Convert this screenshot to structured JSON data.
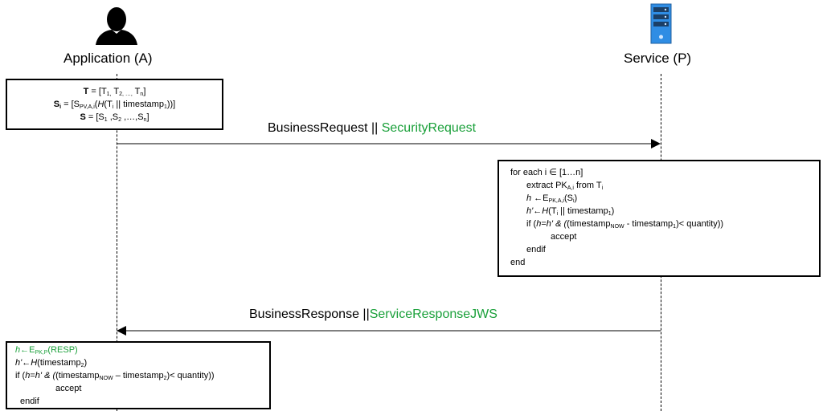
{
  "actors": {
    "application": {
      "label": "Application (A)",
      "icon": "person-icon"
    },
    "service": {
      "label": "Service (P)",
      "icon": "server-icon"
    }
  },
  "box_a1": {
    "line1": {
      "bold": "T",
      "rest": " = [T",
      "s1": "1,",
      "mid1": " T",
      "s2": "2, …,",
      "mid2": " T",
      "s3": "n",
      "end": "]"
    },
    "line2": {
      "bold": "S",
      "b_sub": "i",
      "rest": " = [S",
      "s1": "PV,A,i",
      "mid1": "(",
      "ital": "H",
      "mid2": "(T",
      "s2": "i",
      "mid3": " || timestamp",
      "s3": "1",
      "end": "))]"
    },
    "line3": {
      "bold": "S",
      "rest": " = [S",
      "s1": "1",
      "mid1": " ,S",
      "s2": "2",
      "mid2": " ,…,S",
      "s3": "n",
      "end": "]"
    }
  },
  "messages": {
    "request": {
      "part1": "BusinessRequest || ",
      "part2": "SecurityRequest"
    },
    "response": {
      "part1": "BusinessResponse ||",
      "part2": "ServiceResponseJWS"
    }
  },
  "box_p": {
    "l1": "for each i ∈ [1…n]",
    "l2": {
      "a": "extract PK",
      "s1": "A,i",
      "b": " from T",
      "s2": "i"
    },
    "l3": {
      "h": "h",
      "a": " ←E",
      "s1": "PK,A,i",
      "b": "(S",
      "s2": "i",
      "c": ")"
    },
    "l4": {
      "h": "h'",
      "a": "←",
      "H": "H",
      "b": "(T",
      "s1": "i",
      "c": " || timestamp",
      "s2": "1",
      "d": ")"
    },
    "l5": {
      "a": "if (",
      "h": "h",
      "b": "=",
      "hp": "h' & (",
      "c": "(timestamp",
      "s1": "NOW",
      "d": " - timestamp",
      "s2": "1",
      "e": ")< quantity))"
    },
    "l6": "accept",
    "l7": "endif",
    "l8": "end"
  },
  "box_a2": {
    "l1": {
      "h": "h",
      "a": "←E",
      "s1": "PK,P",
      "b": "(RESP)"
    },
    "l2": {
      "hp": "h'",
      "a": "←",
      "H": "H",
      "b": "(timestamp",
      "s1": "2",
      "c": ")"
    },
    "l3": {
      "a": "if (",
      "h": "h",
      "b": "=",
      "hp": "h' & (",
      "c": "(timestamp",
      "s1": "NOW",
      "d": " – timestamp",
      "s2": "2",
      "e": ")< quantity))"
    },
    "l4": "accept",
    "l5": "endif"
  },
  "colors": {
    "accent_green": "#1aa03a",
    "server_blue": "#2f8de4"
  }
}
